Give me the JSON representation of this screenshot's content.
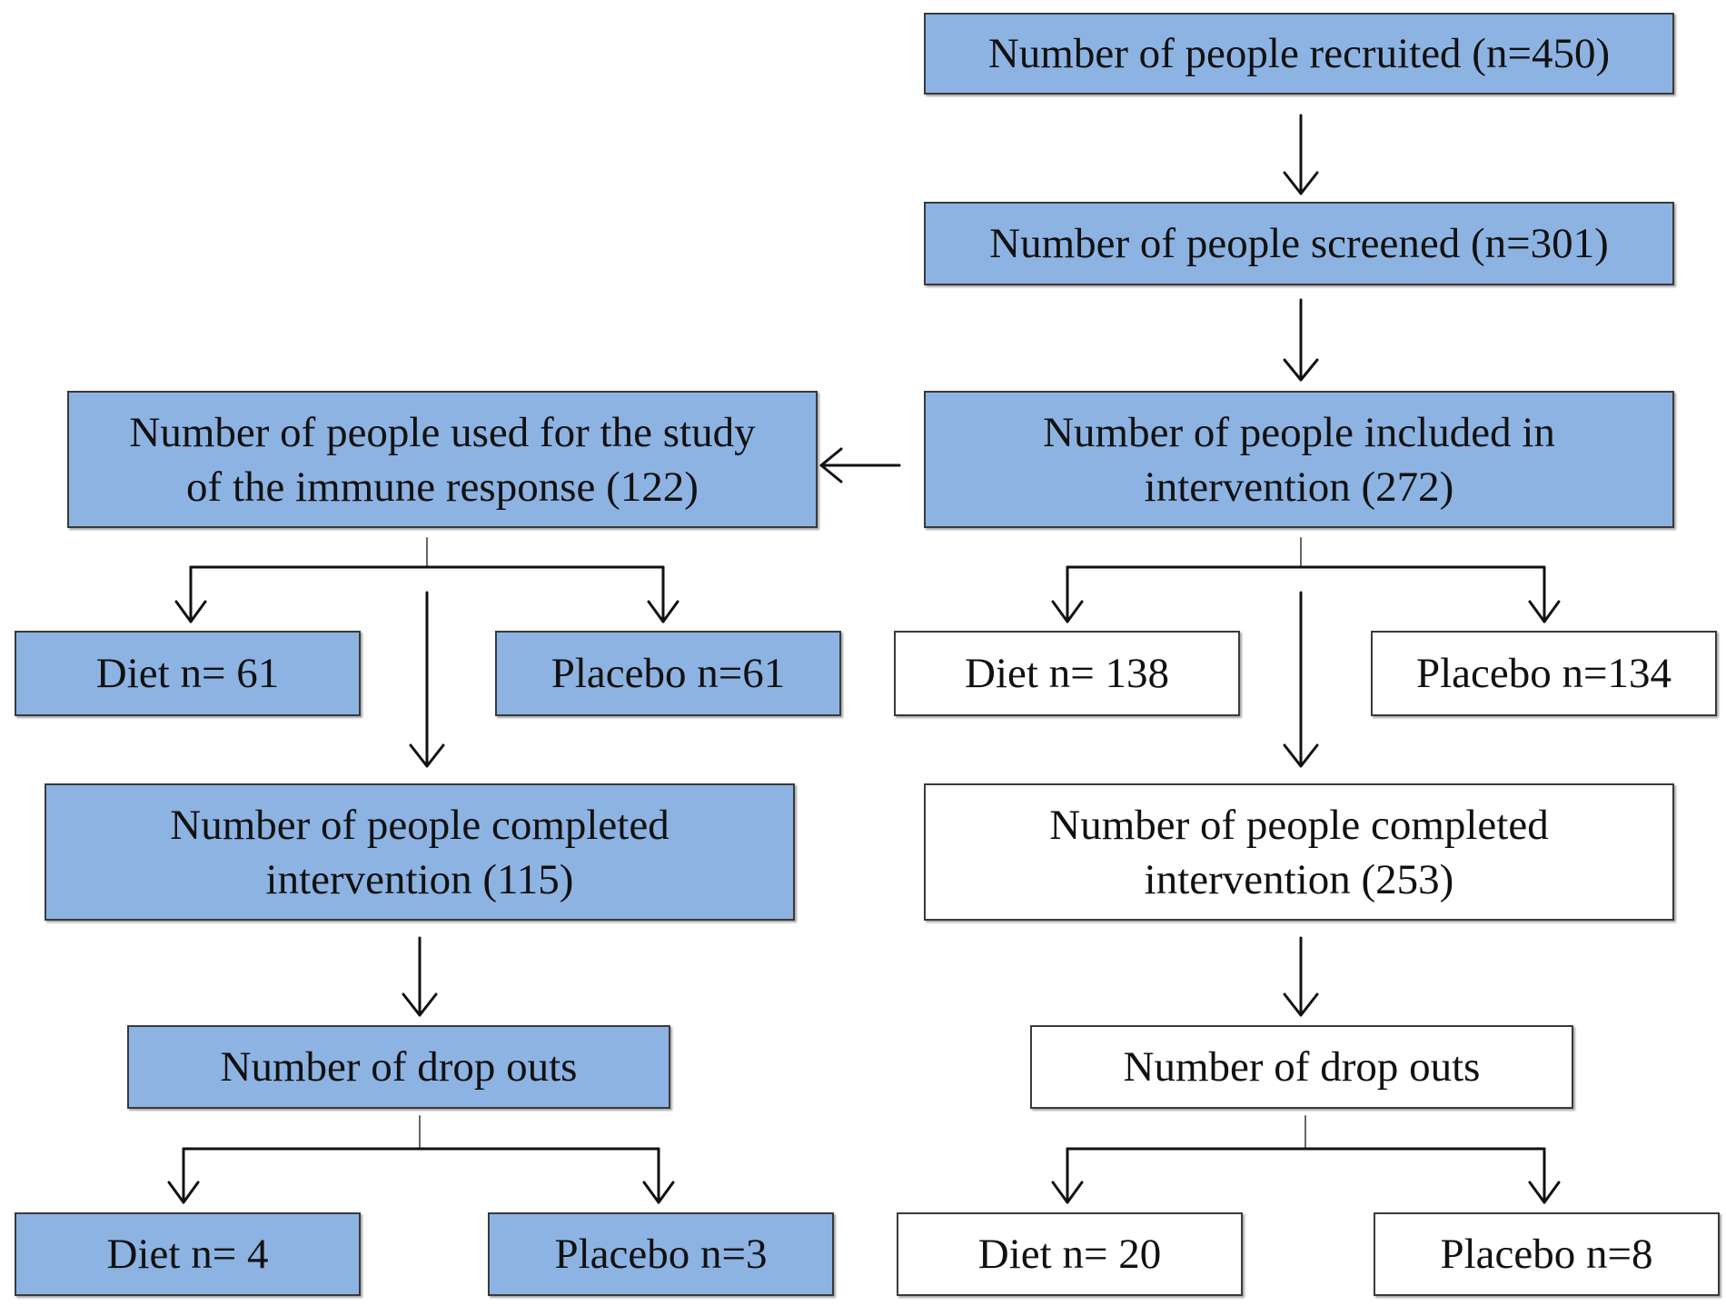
{
  "colors": {
    "blue_fill": "#8db3e2",
    "white_fill": "#ffffff",
    "line": "#111111"
  },
  "nodes": {
    "recruited": {
      "label": "Number of people recruited (n=450)",
      "fill": "blue"
    },
    "screened": {
      "label": "Number of people screened (n=301)",
      "fill": "blue"
    },
    "immune_study": {
      "label": "Number of people used for the study\nof the immune response (122)",
      "fill": "blue"
    },
    "included": {
      "label": "Number of people included in\nintervention (272)",
      "fill": "blue"
    },
    "left_diet": {
      "label": "Diet n= 61",
      "fill": "blue"
    },
    "left_placebo": {
      "label": "Placebo n=61",
      "fill": "blue"
    },
    "right_diet": {
      "label": "Diet n= 138",
      "fill": "white"
    },
    "right_placebo": {
      "label": "Placebo n=134",
      "fill": "white"
    },
    "left_completed": {
      "label": "Number of people completed\nintervention (115)",
      "fill": "blue"
    },
    "right_completed": {
      "label": "Number of people completed\nintervention (253)",
      "fill": "white"
    },
    "left_dropouts": {
      "label": "Number of drop outs",
      "fill": "blue"
    },
    "right_dropouts": {
      "label": "Number of drop outs",
      "fill": "white"
    },
    "left_drop_diet": {
      "label": "Diet n= 4",
      "fill": "blue"
    },
    "left_drop_placebo": {
      "label": "Placebo n=3",
      "fill": "blue"
    },
    "right_drop_diet": {
      "label": "Diet n= 20",
      "fill": "white"
    },
    "right_drop_placebo": {
      "label": "Placebo n=8",
      "fill": "white"
    }
  },
  "edges": [
    {
      "from": "recruited",
      "to": "screened"
    },
    {
      "from": "screened",
      "to": "included"
    },
    {
      "from": "included",
      "to": "immune_study"
    },
    {
      "from": "immune_study",
      "to": "left_diet"
    },
    {
      "from": "immune_study",
      "to": "left_placebo"
    },
    {
      "from": "immune_study",
      "to": "left_completed"
    },
    {
      "from": "included",
      "to": "right_diet"
    },
    {
      "from": "included",
      "to": "right_placebo"
    },
    {
      "from": "included",
      "to": "right_completed"
    },
    {
      "from": "left_completed",
      "to": "left_dropouts"
    },
    {
      "from": "right_completed",
      "to": "right_dropouts"
    },
    {
      "from": "left_dropouts",
      "to": "left_drop_diet"
    },
    {
      "from": "left_dropouts",
      "to": "left_drop_placebo"
    },
    {
      "from": "right_dropouts",
      "to": "right_drop_diet"
    },
    {
      "from": "right_dropouts",
      "to": "right_drop_placebo"
    }
  ]
}
